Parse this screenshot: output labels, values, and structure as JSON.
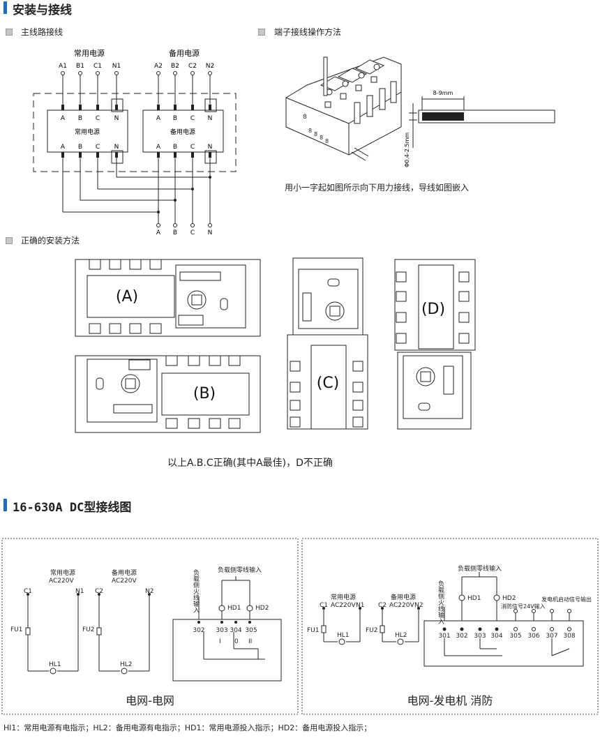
{
  "section1": {
    "title": "安装与接线"
  },
  "main_wiring": {
    "heading": "主线路接线",
    "normal_source_label": "常用电源",
    "backup_source_label": "备用电源",
    "normal_terminals": [
      "A1",
      "B1",
      "C1",
      "N1"
    ],
    "backup_terminals": [
      "A2",
      "B2",
      "C2",
      "N2"
    ],
    "inner_terminals": [
      "A",
      "B",
      "C",
      "N"
    ],
    "normal_box_label": "常用电源",
    "backup_box_label": "备用电源",
    "output_terminals": [
      "A",
      "B",
      "C",
      "N"
    ]
  },
  "terminal_op": {
    "heading": "端子接线操作方法",
    "strip_length": "8-9mm",
    "wire_dia": "Φ0.4-2.5mm",
    "caption": "用小一字起如图所示向下用力接线，导线如图嵌入"
  },
  "install": {
    "heading": "正确的安装方法",
    "labels": [
      "(A)",
      "(B)",
      "(C)",
      "(D)"
    ],
    "caption": "以上A.B.C正确(其中A最佳)，D不正确"
  },
  "section2": {
    "title": "16-630A DC型接线图"
  },
  "left_diagram": {
    "normal_source": "常用电源",
    "normal_ac": "AC220V",
    "backup_source": "备用电源",
    "backup_ac": "AC220V",
    "c1": "C1",
    "n1": "N1",
    "c2": "C2",
    "n2": "N2",
    "fu1": "FU1",
    "fu2": "FU2",
    "hl1": "HL1",
    "hl2": "HL2",
    "load_neutral": "负载侧零线输入",
    "load_live": "负载侧火线输入",
    "hd1": "HD1",
    "hd2": "HD2",
    "terminals": [
      "302",
      "303",
      "304",
      "305"
    ],
    "contact_i": "I",
    "contact_0": "0",
    "contact_ii": "II",
    "caption": "电网-电网"
  },
  "right_diagram": {
    "normal_source": "常用电源",
    "normal_ac": "AC220V",
    "backup_source": "备用电源",
    "backup_ac": "AC220V",
    "c1": "C1",
    "n1": "N1",
    "c2": "C2",
    "n2": "N2",
    "fu1": "FU1",
    "fu2": "FU2",
    "hl1": "HL1",
    "hl2": "HL2",
    "load_neutral": "负载侧零线输入",
    "load_live": "负载侧火线输入",
    "hd1": "HD1",
    "hd2": "HD2",
    "fire_signal": "消防信号24V输入",
    "gen_signal": "发电机启动信号输出",
    "terminals": [
      "301",
      "302",
      "303",
      "304",
      "305",
      "306",
      "307",
      "308"
    ],
    "caption": "电网-发电机  消防"
  },
  "footnote": "Hl1：常用电源有电指示；HL2：备用电源有电指示；HD1：常用电源投入指示；HD2：备用电源投入指示；"
}
